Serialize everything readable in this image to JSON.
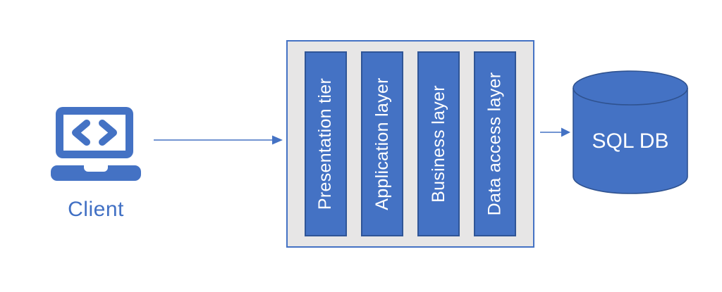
{
  "diagram": {
    "client": {
      "label": "Client",
      "icon": "laptop-code-icon"
    },
    "middle_tier": {
      "layers": [
        "Presentation tier",
        "Application layer",
        "Business layer",
        "Data access layer"
      ]
    },
    "database": {
      "label": "SQL DB",
      "icon": "database-cylinder-icon"
    },
    "connections": [
      {
        "from": "client",
        "to": "middle_tier",
        "type": "arrow-right"
      },
      {
        "from": "middle_tier",
        "to": "database",
        "type": "arrow-right"
      }
    ],
    "colors": {
      "accent_blue": "#4472C4",
      "bar_border": "#2F5597",
      "container_fill": "#E7E6E6",
      "container_border": "#4472C4",
      "cylinder_border": "#2F528F",
      "background": "#FFFFFF",
      "text_on_blue": "#FFFFFF",
      "client_text": "#4170C4"
    }
  }
}
